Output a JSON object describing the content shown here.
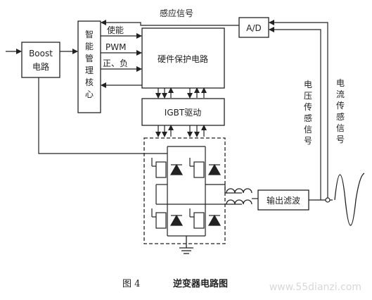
{
  "blocks": {
    "boost": [
      "Boost",
      "电路"
    ],
    "core": [
      "智",
      "能",
      "管",
      "理",
      "核",
      "心"
    ],
    "hw_protect": "硬件保护电路",
    "igbt_drive": "IGBT驱动",
    "ad": "A/D",
    "output_filter": "输出滤波"
  },
  "signals": {
    "sense": "感应信号",
    "enable": "使能",
    "pwm": "PWM",
    "polarity": "正、负",
    "voltage_sense": [
      "电",
      "压",
      "传",
      "感",
      "信",
      "号"
    ],
    "current_sense": [
      "电",
      "流",
      "传",
      "感",
      "信",
      "号"
    ]
  },
  "caption": {
    "figure": "图 4",
    "title": "逆变器电路图"
  },
  "watermark": "www.55dianzi.com",
  "colors": {
    "line": "#222222",
    "background": "#ffffff",
    "watermark": "#d8d8d8"
  }
}
